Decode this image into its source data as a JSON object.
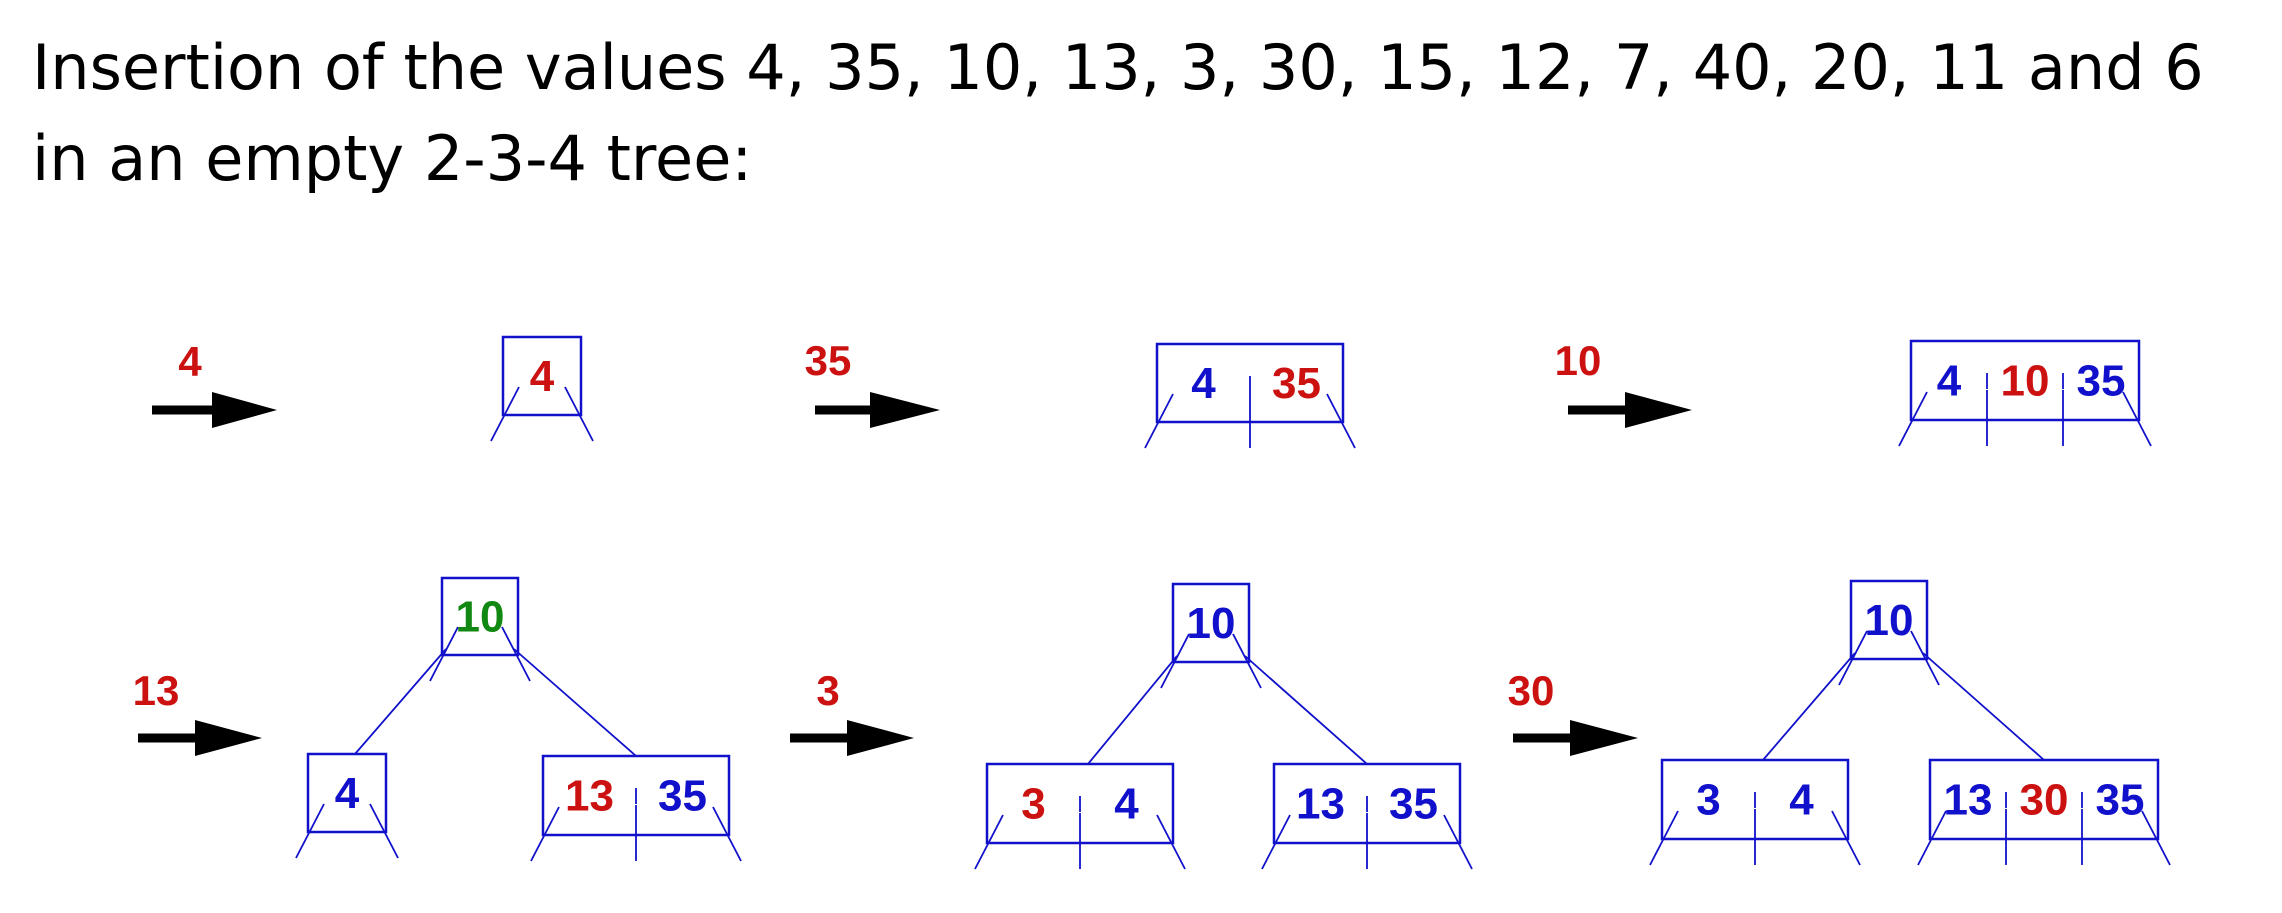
{
  "title": "Insertion of the values 4, 35, 10, 13, 3, 30, 15, 12, 7, 40, 20, 11 and 6 in an empty 2-3-4 tree:",
  "colors": {
    "blue": "#1111cc",
    "red": "#cc1111",
    "green": "#118811",
    "arrow": "#000000"
  },
  "steps": [
    {
      "inserted": "4",
      "nodes": [
        {
          "keys": [
            {
              "v": "4",
              "c": "red"
            }
          ]
        }
      ]
    },
    {
      "inserted": "35",
      "nodes": [
        {
          "keys": [
            {
              "v": "4",
              "c": "blue"
            },
            {
              "v": "35",
              "c": "red"
            }
          ]
        }
      ]
    },
    {
      "inserted": "10",
      "nodes": [
        {
          "keys": [
            {
              "v": "4",
              "c": "blue"
            },
            {
              "v": "10",
              "c": "red"
            },
            {
              "v": "35",
              "c": "blue"
            }
          ]
        }
      ]
    },
    {
      "inserted": "13",
      "nodes": [
        {
          "keys": [
            {
              "v": "10",
              "c": "green"
            }
          ]
        },
        {
          "keys": [
            {
              "v": "4",
              "c": "blue"
            }
          ]
        },
        {
          "keys": [
            {
              "v": "13",
              "c": "red"
            },
            {
              "v": "35",
              "c": "blue"
            }
          ]
        }
      ]
    },
    {
      "inserted": "3",
      "nodes": [
        {
          "keys": [
            {
              "v": "10",
              "c": "blue"
            }
          ]
        },
        {
          "keys": [
            {
              "v": "3",
              "c": "red"
            },
            {
              "v": "4",
              "c": "blue"
            }
          ]
        },
        {
          "keys": [
            {
              "v": "13",
              "c": "blue"
            },
            {
              "v": "35",
              "c": "blue"
            }
          ]
        }
      ]
    },
    {
      "inserted": "30",
      "nodes": [
        {
          "keys": [
            {
              "v": "10",
              "c": "blue"
            }
          ]
        },
        {
          "keys": [
            {
              "v": "3",
              "c": "blue"
            },
            {
              "v": "4",
              "c": "blue"
            }
          ]
        },
        {
          "keys": [
            {
              "v": "13",
              "c": "blue"
            },
            {
              "v": "30",
              "c": "red"
            },
            {
              "v": "35",
              "c": "blue"
            }
          ]
        }
      ]
    }
  ]
}
